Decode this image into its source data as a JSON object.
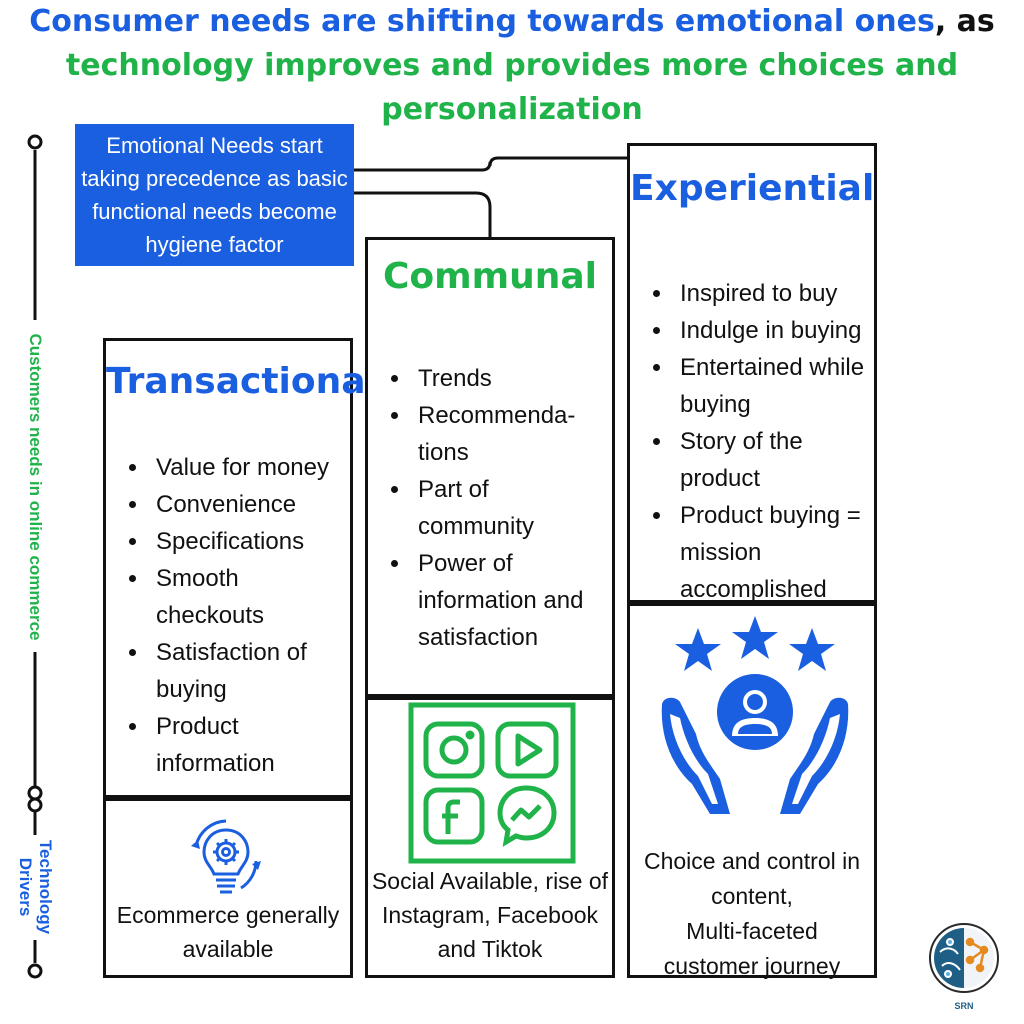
{
  "title": {
    "part1": "Consumer needs are shifting towards emotional ones",
    "comma": ",",
    "part2": "as",
    "part3": "technology improves and provides more choices and personalization"
  },
  "callout": {
    "text": "Emotional Needs start taking precedence as basic functional needs become hygiene factor"
  },
  "axis": {
    "customers_label": "Customers needs in online commerce",
    "technology_label": "Technology Drivers"
  },
  "columns": {
    "transactional": {
      "title": "Transactional",
      "items": [
        "Value for money",
        "Convenience",
        "Specifications",
        "Smooth checkouts",
        "Satisfaction of buying",
        "Product information"
      ],
      "driver": "Ecommerce generally available",
      "driver_icon": "lightbulb-gear-icon"
    },
    "communal": {
      "title": "Communal",
      "items": [
        "Trends",
        "Recommenda-tions",
        "Part of community",
        "Power of information and satisfaction"
      ],
      "driver": "Social Available, rise of Instagram, Facebook and Tiktok",
      "driver_icon": "social-apps-icon"
    },
    "experiential": {
      "title": "Experiential",
      "items": [
        "Inspired to buy",
        "Indulge in buying",
        "Entertained while buying",
        "Story of the product",
        "Product buying = mission accomplished"
      ],
      "driver_line1": "Choice and control in content,",
      "driver_line2": "Multi-faceted customer journey",
      "driver_icon": "hands-stars-customer-icon"
    }
  },
  "logo": {
    "text": "SRN",
    "icon": "brain-network-logo-icon"
  },
  "colors": {
    "blue": "#1a5fe0",
    "green": "#1fb34a",
    "black": "#111111"
  }
}
